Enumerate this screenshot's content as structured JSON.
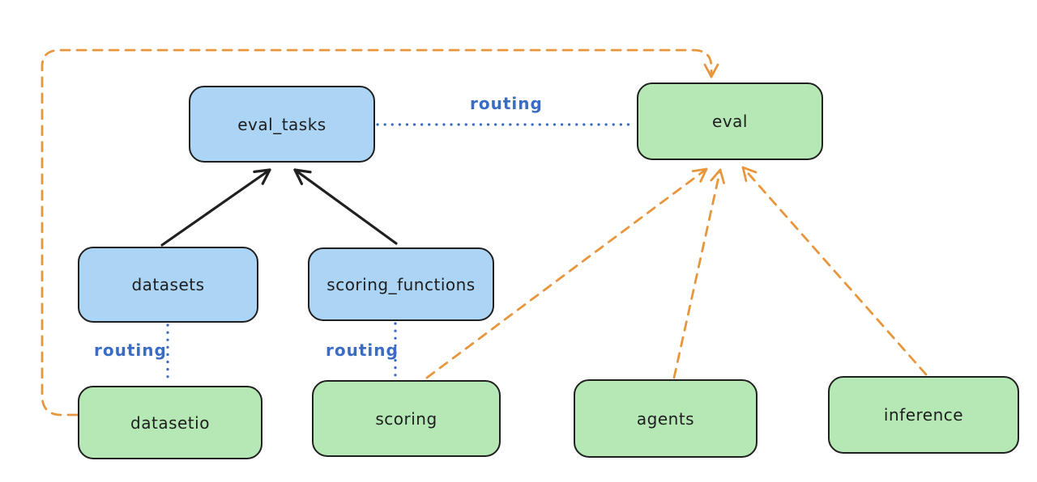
{
  "diagram": {
    "background": "#ffffff",
    "colors": {
      "blue_fill": "#abd4f5",
      "green_fill": "#b5e8b5",
      "black_stroke": "#202020",
      "orange_stroke": "#e8963c",
      "blue_stroke": "#3a6cc4"
    },
    "nodes": [
      {
        "id": "eval_tasks",
        "label": "eval_tasks",
        "color": "blue"
      },
      {
        "id": "eval",
        "label": "eval",
        "color": "green"
      },
      {
        "id": "datasets",
        "label": "datasets",
        "color": "blue"
      },
      {
        "id": "scoring_functions",
        "label": "scoring_functions",
        "color": "blue"
      },
      {
        "id": "datasetio",
        "label": "datasetio",
        "color": "green"
      },
      {
        "id": "scoring",
        "label": "scoring",
        "color": "green"
      },
      {
        "id": "agents",
        "label": "agents",
        "color": "green"
      },
      {
        "id": "inference",
        "label": "inference",
        "color": "green"
      }
    ],
    "edge_labels": [
      {
        "id": "routing-top",
        "text": "routing"
      },
      {
        "id": "routing-datasetio",
        "text": "routing"
      },
      {
        "id": "routing-scoring",
        "text": "routing"
      }
    ],
    "edges": [
      {
        "from": "datasets",
        "to": "eval_tasks",
        "style": "solid",
        "color": "black",
        "arrow": true
      },
      {
        "from": "scoring_functions",
        "to": "eval_tasks",
        "style": "solid",
        "color": "black",
        "arrow": true
      },
      {
        "from": "eval_tasks",
        "to": "eval",
        "style": "dotted",
        "color": "blue",
        "arrow": false,
        "label": "routing"
      },
      {
        "from": "datasets",
        "to": "datasetio",
        "style": "dotted",
        "color": "blue",
        "arrow": false,
        "label": "routing"
      },
      {
        "from": "scoring_functions",
        "to": "scoring",
        "style": "dotted",
        "color": "blue",
        "arrow": false,
        "label": "routing"
      },
      {
        "from": "datasetio",
        "to": "eval",
        "style": "dashed",
        "color": "orange",
        "arrow": true
      },
      {
        "from": "scoring",
        "to": "eval",
        "style": "dashed",
        "color": "orange",
        "arrow": true
      },
      {
        "from": "agents",
        "to": "eval",
        "style": "dashed",
        "color": "orange",
        "arrow": true
      },
      {
        "from": "inference",
        "to": "eval",
        "style": "dashed",
        "color": "orange",
        "arrow": true
      }
    ]
  }
}
